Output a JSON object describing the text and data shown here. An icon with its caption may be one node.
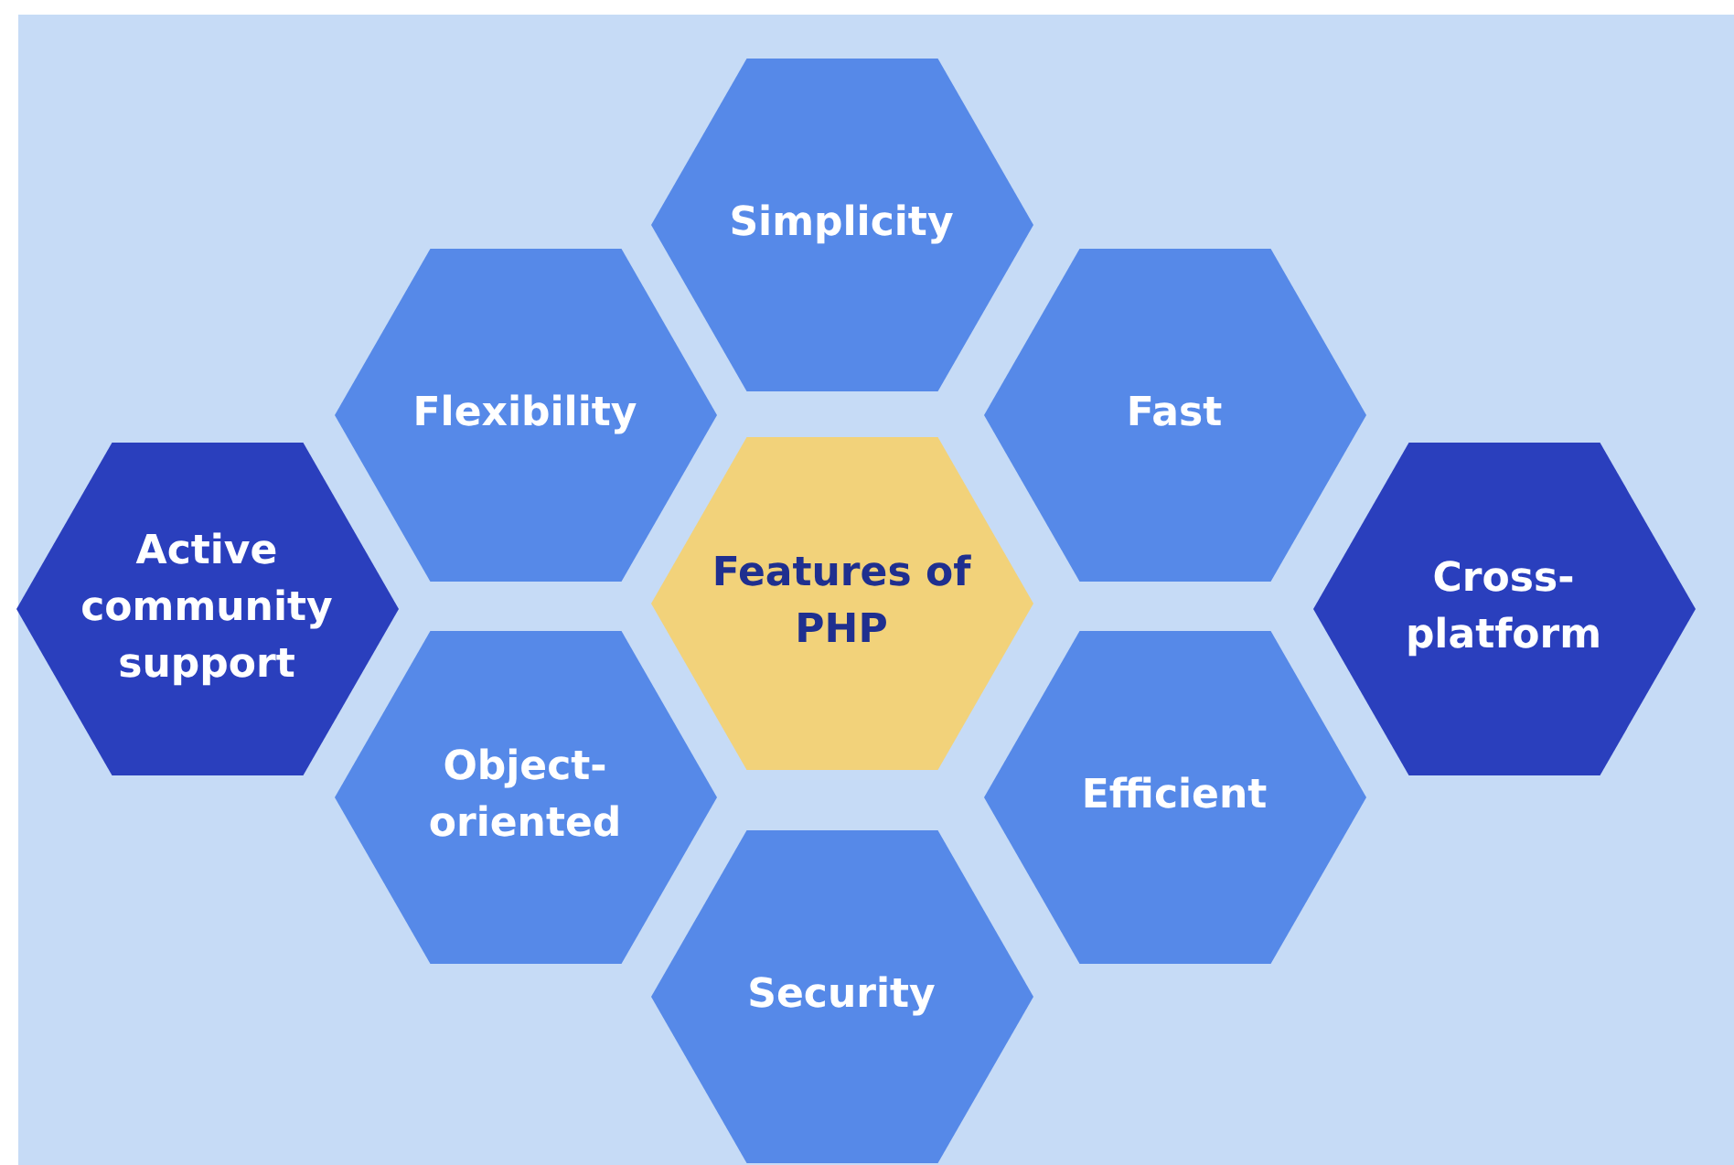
{
  "diagram": {
    "nodes": [
      {
        "text": [
          "Simplicity"
        ]
      },
      {
        "text": [
          "Flexibility"
        ]
      },
      {
        "text": [
          "Fast"
        ]
      },
      {
        "text": [
          "Active community support"
        ]
      },
      {
        "text": [
          "Features of PHP"
        ]
      },
      {
        "text": [
          "Cross-platform"
        ]
      },
      {
        "text": [
          "Object-oriented"
        ]
      },
      {
        "text": [
          "Efficient"
        ]
      },
      {
        "text": [
          "Security"
        ]
      }
    ]
  }
}
